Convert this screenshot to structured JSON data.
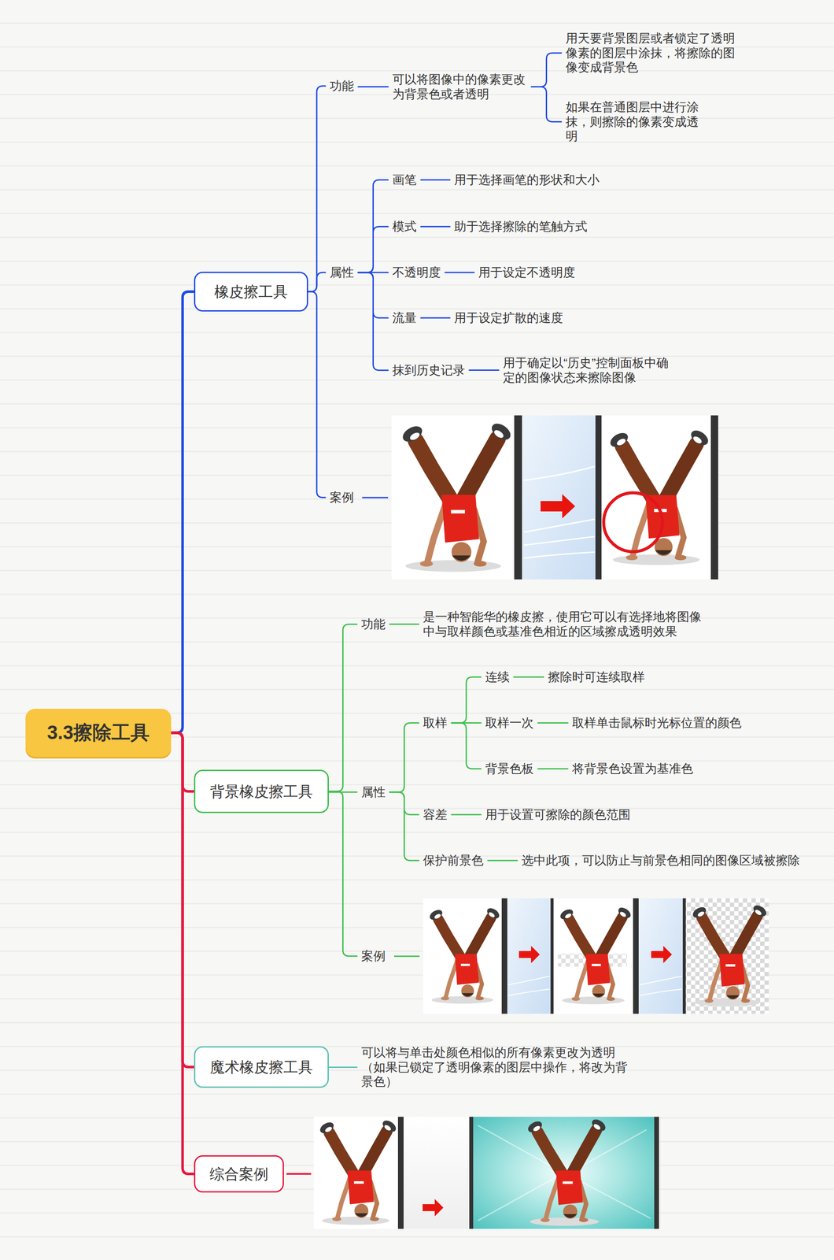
{
  "diagram": {
    "nodes": [
      {
        "text": [
          "3.3擦除工具"
        ]
      },
      {
        "text": [
          "橡皮擦工具"
        ]
      },
      {
        "text": [
          "功能"
        ]
      },
      {
        "text": [
          "可以将图像中的像素更改为背景色或者透明"
        ]
      },
      {
        "text": [
          "用天要背景图层或者锁定了透明像素的图层中涂抹，将擦除的图像变成背景色"
        ]
      },
      {
        "text": [
          "如果在普通图层中进行涂抹，则擦除的像素变成透明"
        ]
      },
      {
        "text": [
          "属性"
        ]
      },
      {
        "text": [
          "画笔"
        ]
      },
      {
        "text": [
          "用于选择画笔的形状和大小"
        ]
      },
      {
        "text": [
          "模式"
        ]
      },
      {
        "text": [
          "助于选择擦除的笔触方式"
        ]
      },
      {
        "text": [
          "不透明度"
        ]
      },
      {
        "text": [
          "用于设定不透明度"
        ]
      },
      {
        "text": [
          "流量"
        ]
      },
      {
        "text": [
          "用于设定扩散的速度"
        ]
      },
      {
        "text": [
          "抹到历史记录"
        ]
      },
      {
        "text": [
          "用于确定以“历史”控制面板中确定的图像状态来擦除图像"
        ]
      },
      {
        "text": [
          "案例"
        ]
      },
      {
        "text": [
          "背景橡皮擦工具"
        ]
      },
      {
        "text": [
          "功能"
        ]
      },
      {
        "text": [
          "是一种智能华的橡皮擦，使用它可以有选择地将图像中与取样颜色或基准色相近的区域擦成透明效果"
        ]
      },
      {
        "text": [
          "属性"
        ]
      },
      {
        "text": [
          "取样"
        ]
      },
      {
        "text": [
          "连续"
        ]
      },
      {
        "text": [
          "擦除时可连续取样"
        ]
      },
      {
        "text": [
          "取样一次"
        ]
      },
      {
        "text": [
          "取样单击鼠标时光标位置的颜色"
        ]
      },
      {
        "text": [
          "背景色板"
        ]
      },
      {
        "text": [
          "将背景色设置为基准色"
        ]
      },
      {
        "text": [
          "容差"
        ]
      },
      {
        "text": [
          "用于设置可擦除的颜色范围"
        ]
      },
      {
        "text": [
          "保护前景色"
        ]
      },
      {
        "text": [
          "选中此项，可以防止与前景色相同的图像区域被擦除"
        ]
      },
      {
        "text": [
          "案例"
        ]
      },
      {
        "text": [
          "魔术橡皮擦工具"
        ]
      },
      {
        "text": [
          "可以将与单击处颜色相似的所有像素更改为透明（如果已锁定了透明像素的图层中操作，将改为背景色）"
        ]
      },
      {
        "text": [
          "综合案例"
        ]
      }
    ],
    "edges": [
      {
        "from": 0,
        "to": 1,
        "arrow": "none"
      },
      {
        "from": 0,
        "to": 18,
        "arrow": "none"
      },
      {
        "from": 0,
        "to": 34,
        "arrow": "none"
      },
      {
        "from": 0,
        "to": 36,
        "arrow": "none"
      },
      {
        "from": 1,
        "to": 2,
        "arrow": "none"
      },
      {
        "from": 2,
        "to": 3,
        "arrow": "none"
      },
      {
        "from": 3,
        "to": 4,
        "arrow": "none"
      },
      {
        "from": 3,
        "to": 5,
        "arrow": "none"
      },
      {
        "from": 1,
        "to": 6,
        "arrow": "none"
      },
      {
        "from": 6,
        "to": 7,
        "arrow": "none"
      },
      {
        "from": 7,
        "to": 8,
        "arrow": "none"
      },
      {
        "from": 6,
        "to": 9,
        "arrow": "none"
      },
      {
        "from": 9,
        "to": 10,
        "arrow": "none"
      },
      {
        "from": 6,
        "to": 11,
        "arrow": "none"
      },
      {
        "from": 11,
        "to": 12,
        "arrow": "none"
      },
      {
        "from": 6,
        "to": 13,
        "arrow": "none"
      },
      {
        "from": 13,
        "to": 14,
        "arrow": "none"
      },
      {
        "from": 6,
        "to": 15,
        "arrow": "none"
      },
      {
        "from": 15,
        "to": 16,
        "arrow": "none"
      },
      {
        "from": 1,
        "to": 17,
        "arrow": "none"
      },
      {
        "from": 18,
        "to": 19,
        "arrow": "none"
      },
      {
        "from": 19,
        "to": 20,
        "arrow": "none"
      },
      {
        "from": 18,
        "to": 21,
        "arrow": "none"
      },
      {
        "from": 21,
        "to": 22,
        "arrow": "none"
      },
      {
        "from": 22,
        "to": 23,
        "arrow": "none"
      },
      {
        "from": 23,
        "to": 24,
        "arrow": "none"
      },
      {
        "from": 22,
        "to": 25,
        "arrow": "none"
      },
      {
        "from": 25,
        "to": 26,
        "arrow": "none"
      },
      {
        "from": 22,
        "to": 27,
        "arrow": "none"
      },
      {
        "from": 27,
        "to": 28,
        "arrow": "none"
      },
      {
        "from": 21,
        "to": 29,
        "arrow": "none"
      },
      {
        "from": 29,
        "to": 30,
        "arrow": "none"
      },
      {
        "from": 21,
        "to": 31,
        "arrow": "none"
      },
      {
        "from": 31,
        "to": 32,
        "arrow": "none"
      },
      {
        "from": 18,
        "to": 33,
        "arrow": "none"
      },
      {
        "from": 34,
        "to": 35,
        "arrow": "none"
      }
    ]
  }
}
